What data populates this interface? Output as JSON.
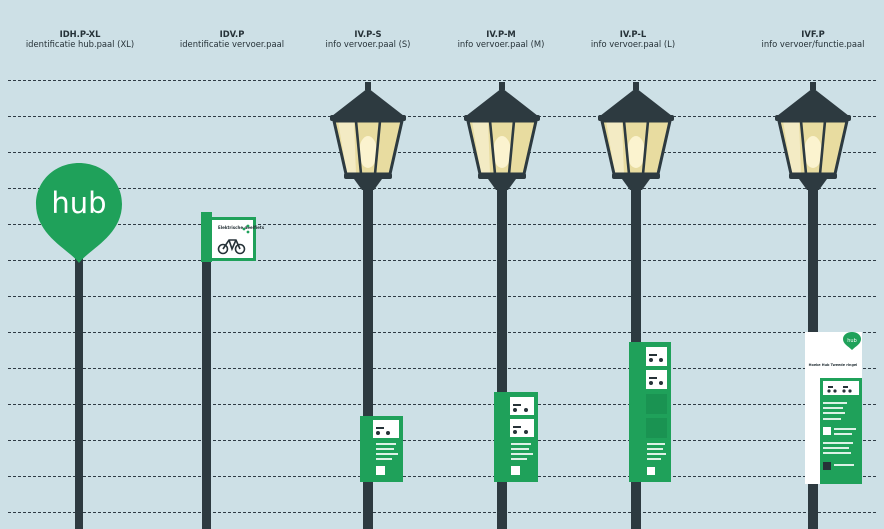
{
  "columns": [
    {
      "code": "IDH.P-XL",
      "desc": "identificatie hub.paal (XL)"
    },
    {
      "code": "IDV.P",
      "desc": "identificatie vervoer.paal"
    },
    {
      "code": "IV.P-S",
      "desc": "info vervoer.paal (S)"
    },
    {
      "code": "IV.P-M",
      "desc": "info vervoer.paal (M)"
    },
    {
      "code": "IV.P-L",
      "desc": "info vervoer.paal (L)"
    },
    {
      "code": "IVF.P",
      "desc": "info vervoer/functie.paal"
    }
  ],
  "hub_sign": {
    "label": "hub"
  },
  "sign_labels": {
    "idv_title": "Elektrische deelfiets",
    "functie_hub": "hub",
    "functie_title": "Hoeke Hub Tweede ringel"
  },
  "colors": {
    "green": "#1fa15a",
    "pole": "#2d3a40",
    "lamp_glass": "#e8dca0",
    "background": "#cde0e6"
  }
}
